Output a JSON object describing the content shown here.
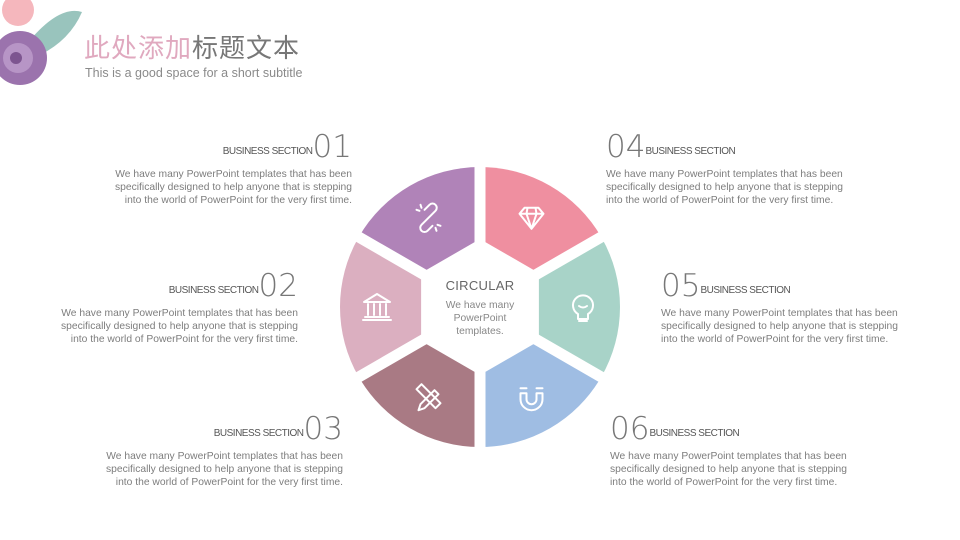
{
  "header": {
    "title_accent": "此处添加",
    "title_rest": "标题文本",
    "subtitle": "This is a good space  for a short subtitle"
  },
  "center": {
    "title": "CIRCULAR",
    "text": "We have many PowerPoint templates."
  },
  "sections": [
    {
      "label": "BUSINESS SECTION",
      "number": "01",
      "text": "We have many PowerPoint templates that has been specifically designed to help anyone that is stepping into the world of PowerPoint for the very first time."
    },
    {
      "label": "BUSINESS SECTION",
      "number": "02",
      "text": "We have many PowerPoint templates that has been specifically designed to help anyone that is stepping into the world of PowerPoint for the very first time."
    },
    {
      "label": "BUSINESS SECTION",
      "number": "03",
      "text": "We have many PowerPoint templates that has been specifically designed to help anyone that is stepping into the world of PowerPoint for the very first time."
    },
    {
      "label": "BUSINESS SECTION",
      "number": "04",
      "text": "We have many PowerPoint templates that has been specifically designed to help anyone that is stepping into the world of PowerPoint for the very first time."
    },
    {
      "label": "BUSINESS SECTION",
      "number": "05",
      "text": "We have many PowerPoint templates that has been specifically designed to help anyone that is stepping into the world of PowerPoint for the very first time."
    },
    {
      "label": "BUSINESS SECTION",
      "number": "06",
      "text": "We have many PowerPoint templates that has been specifically designed to help anyone that is stepping into the world of PowerPoint for the very first time."
    }
  ],
  "segments": [
    {
      "icon": "broken-link-icon",
      "color": "#b083b8"
    },
    {
      "icon": "bank-icon",
      "color": "#dbafc0"
    },
    {
      "icon": "ruler-pencil-icon",
      "color": "#a97a84"
    },
    {
      "icon": "diamond-icon",
      "color": "#ef8fa0"
    },
    {
      "icon": "lightbulb-icon",
      "color": "#a8d3c8"
    },
    {
      "icon": "magnet-icon",
      "color": "#9fbde3"
    }
  ]
}
